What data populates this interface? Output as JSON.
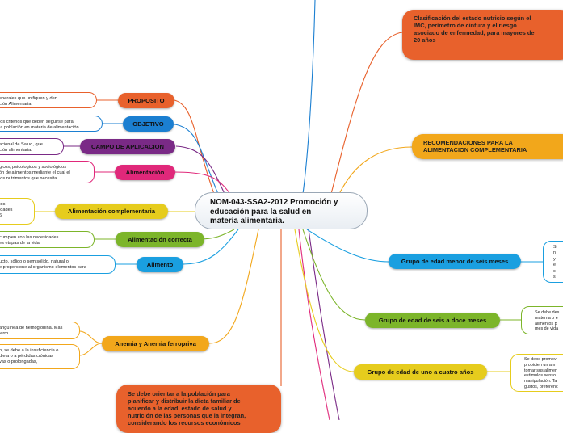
{
  "central_topic": "NOM-043-SSA2-2012 Promoción y\neducación para la salud en\nmateria alimentaria.",
  "left_nodes": [
    {
      "label": "PROPOSITO",
      "color": "#e8612c",
      "detail": "enerales que unifiquen y den\nción Alimentaria."
    },
    {
      "label": "OBJETIVO",
      "color": "#1b7fd1",
      "detail": "los criterios que deben seguirse para\nla población en materia de alimentación."
    },
    {
      "label": "CAMPO DE APLICACION",
      "color": "#7a2a86",
      "detail": "acional de Salud, que\nción alimentaria."
    },
    {
      "label": "Alimentación",
      "color": "#e0287a",
      "detail": "gicos, psicologicos y sociológicos\nón de alimentos mediante el cual el\nlos nutrimentos que necesita."
    },
    {
      "label": "Alimentación complementaria",
      "color": "#e6cc1d",
      "detail": "tos\nidades\n6"
    },
    {
      "label": "Alimentación correcta",
      "color": "#7cb52a",
      "detail": "cumplen con las necesidades\nes etapas de la vida."
    },
    {
      "label": "Alimento",
      "color": "#1a9fe0",
      "detail": "ucto, sólido o semisólido, natural o\ne proporcione al organismo elementos para"
    },
    {
      "label": "Anemia y Anemia ferropriva",
      "color": "#f2a71b",
      "details": [
        "anguínea de hemoglobina. Más\nierro.",
        "o, se debe a la insuficiencia o\ndieta o a pérdidas crónicas\nvas o prolongadas,"
      ]
    }
  ],
  "bottom_node": "Se debe orientar a la población para\nplanificar y distribuir la dieta familiar de\nacuerdo a la edad, estado de salud y\nnutrición de las personas que la integran,\nconsiderando los recursos económicos",
  "right_nodes": [
    {
      "label": "Clasificación del estado nutricio según el\nIMC, perímetro de cintura y el riesgo\nasociado de enfermedad, para mayores de\n20 años",
      "color": "#e8612c"
    },
    {
      "label": "RECOMENDACIONES PARA LA\nALIMENTACION COMPLEMENTARIA",
      "color": "#f2a71b"
    },
    {
      "label": "Grupo de edad menor de seis meses",
      "color": "#1a9fe0",
      "detail": "S\nn\ny\ne\nc\ns"
    },
    {
      "label": "Grupo de edad de seis a doce meses",
      "color": "#7cb52a",
      "detail": "Se debe des\nmaterna o e\nalimentos p\nmes de vida"
    },
    {
      "label": "Grupo de edad de uno a cuatro años",
      "color": "#e6cc1d",
      "detail": "Se debe promov\npropicien un am\ntomar sus alimen\nestímulos senso\nmanipulación. Ta\ngustos, preferenc"
    }
  ]
}
